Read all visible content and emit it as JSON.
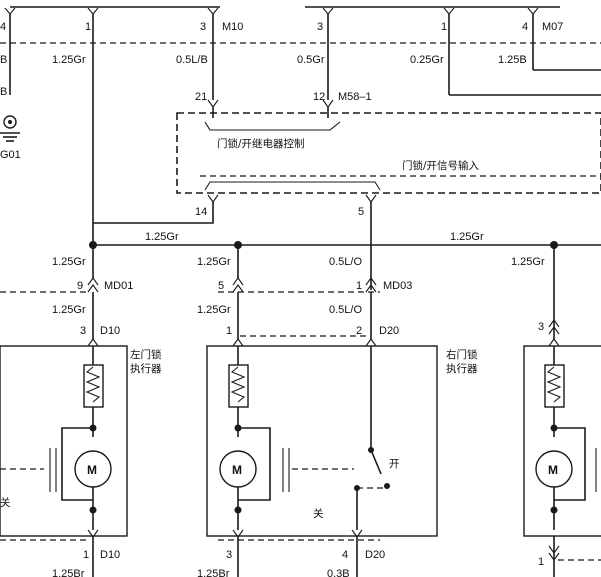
{
  "top_pins": {
    "p4": "4",
    "p1": "1",
    "p3a": "3",
    "m10": "M10",
    "p3b": "3",
    "p1b": "1",
    "p4b": "4",
    "m07": "M07"
  },
  "top_wires": {
    "b": "B",
    "gr125": "1.25Gr",
    "lb05": "0.5L/B",
    "gr05": "0.5Gr",
    "gr025": "0.25Gr",
    "b125": "1.25B",
    "b2": "B",
    "g01": "G01"
  },
  "relay_connector": {
    "pin21": "21",
    "pin12": "12",
    "id": "M58–1"
  },
  "controller": {
    "relay_label": "门锁/开继电器控制",
    "signal_label": "门锁/开信号输入",
    "pin14": "14",
    "pin5": "5"
  },
  "bus": {
    "left_wire": "1.25Gr",
    "right_wire": "1.25Gr"
  },
  "left_actuator": {
    "wire_in": "1.25Gr",
    "pin9": "9",
    "md01": "MD01",
    "wire_in2": "1.25Gr",
    "pin3": "3",
    "d10": "D10",
    "label_line1": "左门锁",
    "label_line2": "执行器",
    "motor": "M",
    "pin1": "1",
    "d10_bottom": "D10",
    "wire_out": "1.25Br",
    "close_label": "关"
  },
  "mid_actuator": {
    "wire_a": "1.25Gr",
    "wire_b": "0.5L/O",
    "pin5": "5",
    "pin1": "1",
    "md03": "MD03",
    "wire_c": "1.25Gr",
    "wire_d": "0.5L/O",
    "pin1b": "1",
    "pin2": "2",
    "d20": "D20",
    "label_line1": "右门锁",
    "label_line2": "执行器",
    "motor": "M",
    "open_label": "开",
    "close_label": "关",
    "pin3": "3",
    "pin4": "4",
    "d20_bottom": "D20",
    "wire_out1": "1.25Br",
    "wire_out2": "0.3B"
  },
  "right_actuator": {
    "wire_in": "1.25Gr",
    "pin3": "3",
    "pin1": "1",
    "motor": "M"
  }
}
